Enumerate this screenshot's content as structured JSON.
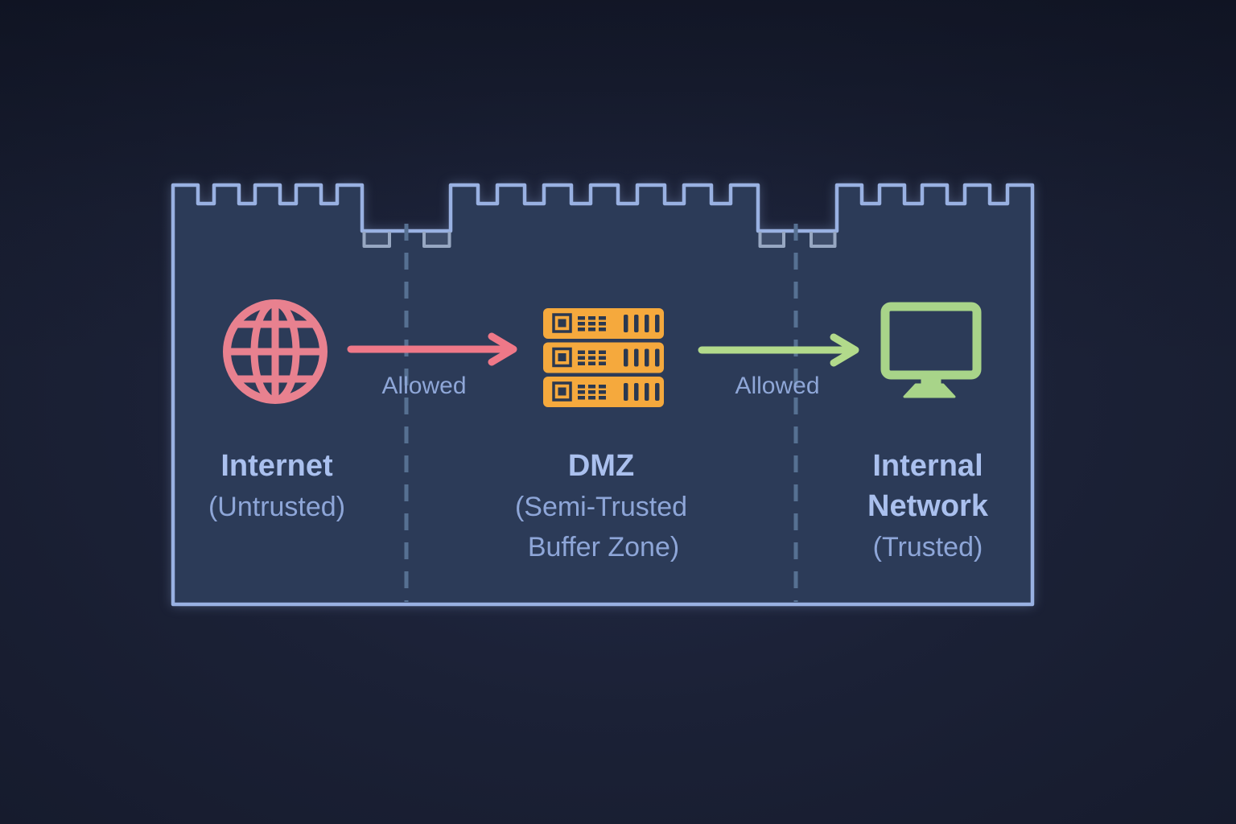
{
  "colors": {
    "background": "#1b2136",
    "castle_fill": "#2c3b58",
    "castle_stroke": "#99b1e2",
    "inner_battlement_stroke": "#97a7c2",
    "divider": "#567092",
    "internet_icon": "#e8818f",
    "arrow_allowed_in": "#ef7888",
    "server": "#f5a93d",
    "server_marks": "#2a3850",
    "arrow_allowed_out": "#b2da8b",
    "monitor": "#a8d489",
    "zone_title_text": "#aac0ee",
    "zone_subtitle_text": "#8ea6d8",
    "arrow_label_text": "#8fa7d8"
  },
  "zones": [
    {
      "icon": "globe-icon",
      "name": "Internet",
      "subtitle": "(Untrusted)"
    },
    {
      "icon": "server-stack-icon",
      "name": "DMZ",
      "subtitle_line1": "(Semi-Trusted",
      "subtitle_line2": "Buffer Zone)"
    },
    {
      "icon": "monitor-icon",
      "name_line1": "Internal",
      "name_line2": "Network",
      "subtitle": "(Trusted)"
    }
  ],
  "arrows": [
    {
      "label": "Allowed",
      "direction": "internet-to-dmz"
    },
    {
      "label": "Allowed",
      "direction": "dmz-to-internal"
    }
  ]
}
